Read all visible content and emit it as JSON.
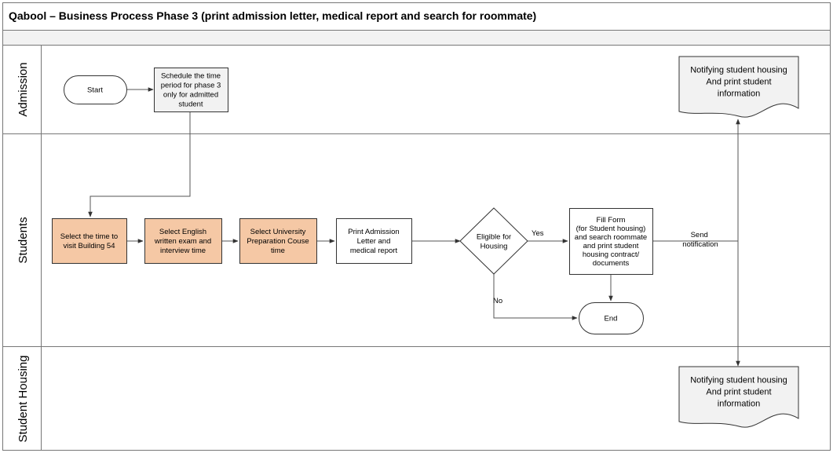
{
  "title": "Qabool  – Business Process Phase 3 (print admission letter, medical report and search for roommate)",
  "colors": {
    "highlight_fill": "#f5c8a5",
    "neutral_fill": "#f2f2f2",
    "white": "#ffffff",
    "line": "#555555"
  },
  "lanes": [
    {
      "id": "admission",
      "label": "Admission"
    },
    {
      "id": "students",
      "label": "Students"
    },
    {
      "id": "housing",
      "label": "Student Housing"
    }
  ],
  "nodes": {
    "start": {
      "lines": [
        "Start"
      ]
    },
    "schedule": {
      "lines": [
        "Schedule the time",
        "period for  phase 3",
        "only for admitted",
        "student"
      ]
    },
    "visit": {
      "lines": [
        "Select the time to",
        "visit Building 54"
      ]
    },
    "exam": {
      "lines": [
        "Select English",
        "written exam and",
        "interview time"
      ]
    },
    "prep": {
      "lines": [
        "Select University",
        "Preparation Couse",
        "time"
      ]
    },
    "print": {
      "lines": [
        "Print Admission",
        "Letter and",
        "medical report"
      ]
    },
    "eligible": {
      "lines": [
        "Eligible for",
        "Housing"
      ]
    },
    "fill": {
      "lines": [
        "Fill Form",
        "(for Student housing)",
        "and search roommate",
        "and print student",
        "housing contract/",
        "documents"
      ]
    },
    "end": {
      "lines": [
        "End"
      ]
    },
    "notify_admission": {
      "lines": [
        "Notifying student housing",
        "And print student",
        "information"
      ]
    },
    "notify_housing": {
      "lines": [
        "Notifying student housing",
        "And print student",
        "information"
      ]
    }
  },
  "edges": {
    "yes": "Yes",
    "no": "No",
    "send": [
      "Send",
      "notification"
    ]
  }
}
